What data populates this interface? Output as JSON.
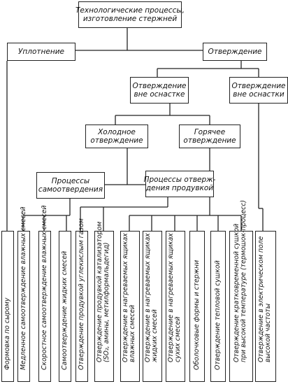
{
  "nodes": {
    "root": "Технологические процессы,\nизготовление стержней",
    "compaction": "Уплотнение",
    "curing": "Отверждение",
    "curing_outside_tooling": "Отверждение\nвне оснастке",
    "curing_outside_tooling_2": "Отверждение\nвне оснастки",
    "cold_curing": "Холодное\nотверждение",
    "hot_curing": "Горячее\nотверждение",
    "self_curing_processes": "Процессы\nсамоотвердения",
    "blowing_curing_processes": "Процессы отверж-\nдения продувкой"
  },
  "leaves": [
    "Формовка по сырому",
    "Медленное самоотверждение влажных смесей",
    "Скоростное самоотверждение влажных смесей",
    "Самоотверждение жидких смесей",
    "Отверждение продувкой углекислым газом",
    "Отверждение продувкой катализатором\n(SO₂, амины, метилформальдегид)",
    "Отверждение в нагреваемых ящиках\nвлажных смесей",
    "Отверждение в нагреваемых ящиках\nжидких смесей",
    "Отверждение в нагреваемых ящиках\nсухих смесей",
    "Оболочковые формы и стержни",
    "Отверждение тепловой сушкой",
    "Отверждение кратковременной сушкой\nпри высокой температуре (термошок-процесс)",
    "Отверждение в электрическом поле\nвысокой частоты"
  ]
}
